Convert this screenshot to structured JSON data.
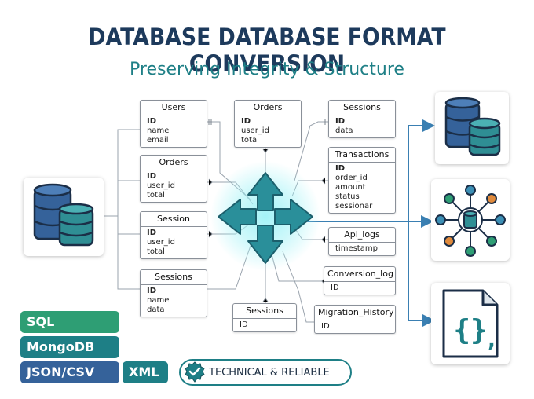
{
  "header": {
    "title": "DATABASE DATABASE FORMAT CONVERSION",
    "subtitle": "Preserving Integrity & Structure"
  },
  "tables": {
    "users": {
      "name": "Users",
      "pk": "ID",
      "fields": [
        "name",
        "email"
      ]
    },
    "orders_left": {
      "name": "Orders",
      "pk": "ID",
      "fields": [
        "user_id",
        "total"
      ]
    },
    "session": {
      "name": "Session",
      "pk": "ID",
      "fields": [
        "user_id",
        "total"
      ]
    },
    "sessions_left": {
      "name": "Sessions",
      "pk": "ID",
      "fields": [
        "name",
        "data"
      ]
    },
    "orders_top": {
      "name": "Orders",
      "pk": "ID",
      "fields": [
        "user_id",
        "total"
      ]
    },
    "sessions_top": {
      "name": "Sessions",
      "pk": "ID",
      "fields": [
        "data"
      ]
    },
    "transactions": {
      "name": "Transactions",
      "pk": "ID",
      "fields": [
        "order_id",
        "amount",
        "status",
        "sessionar"
      ]
    },
    "api_logs": {
      "name": "Api_logs",
      "pk": "",
      "fields": [
        "timestamp"
      ]
    },
    "conversion_log": {
      "name": "Conversion_log",
      "pk": "",
      "fields": [
        "ID"
      ]
    },
    "migration_history": {
      "name": "Migration_History",
      "pk": "",
      "fields": [
        "ID"
      ]
    },
    "sessions_bottom": {
      "name": "Sessions",
      "pk": "",
      "fields": [
        "ID"
      ]
    }
  },
  "formats": {
    "sql": "SQL",
    "mongodb": "MongoDB",
    "json_csv": "JSON/CSV",
    "xml": "XML"
  },
  "badge": {
    "label": "TECHNICAL & RELIABLE"
  },
  "colors": {
    "navy": "#1d3a5c",
    "teal": "#1e7f86",
    "green": "#2e9e74",
    "arrow": "#3a7fb2",
    "glow": "#7fe6ee",
    "db_blue": "#35629a",
    "db_teal": "#2f8e94"
  },
  "icons": {
    "source_db": "database-stack-icon",
    "target_db": "database-stack-icon",
    "network": "database-network-icon",
    "json_file": "json-file-icon",
    "center": "four-way-arrows-icon",
    "badge": "checkmark-seal-icon"
  }
}
